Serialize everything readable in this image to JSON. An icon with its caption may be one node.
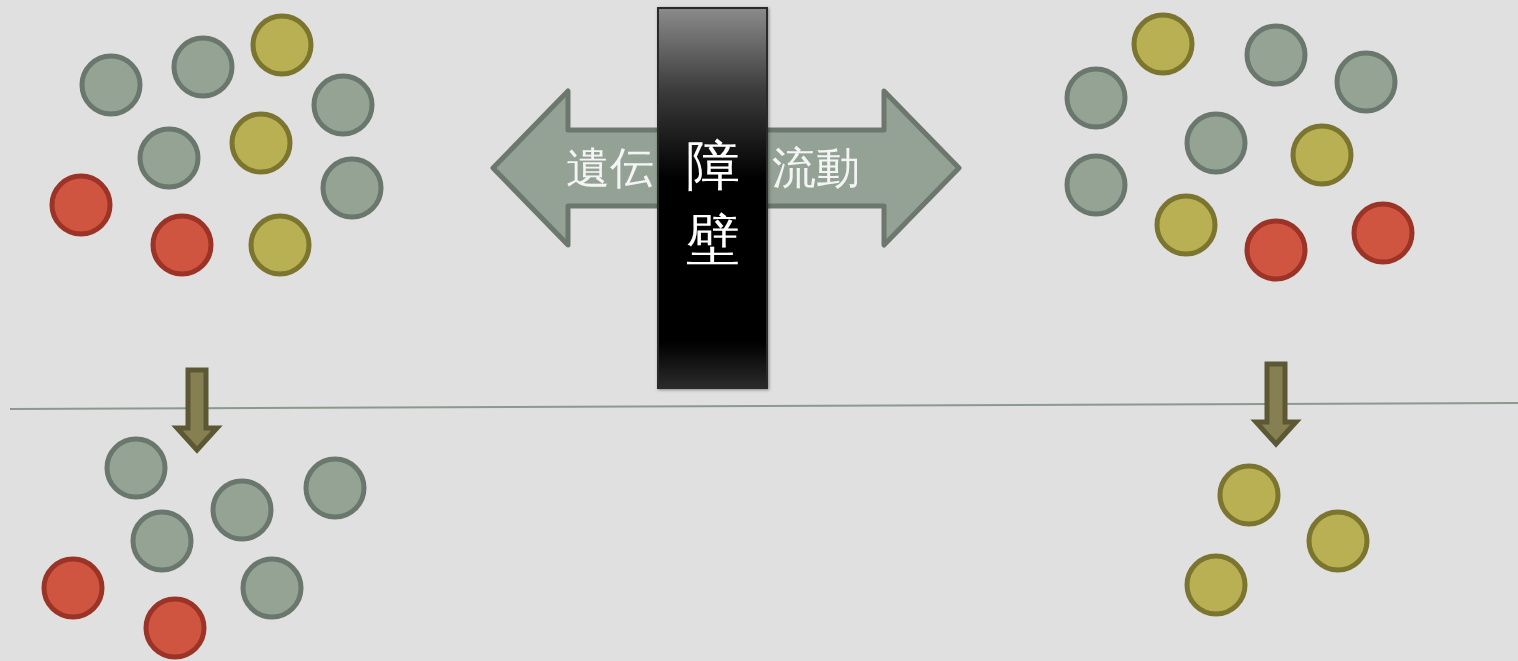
{
  "diagram": {
    "nodes": [
      {
        "text": [
          "遺伝",
          "流動"
        ]
      },
      {
        "text": [
          "障壁"
        ]
      }
    ]
  }
}
